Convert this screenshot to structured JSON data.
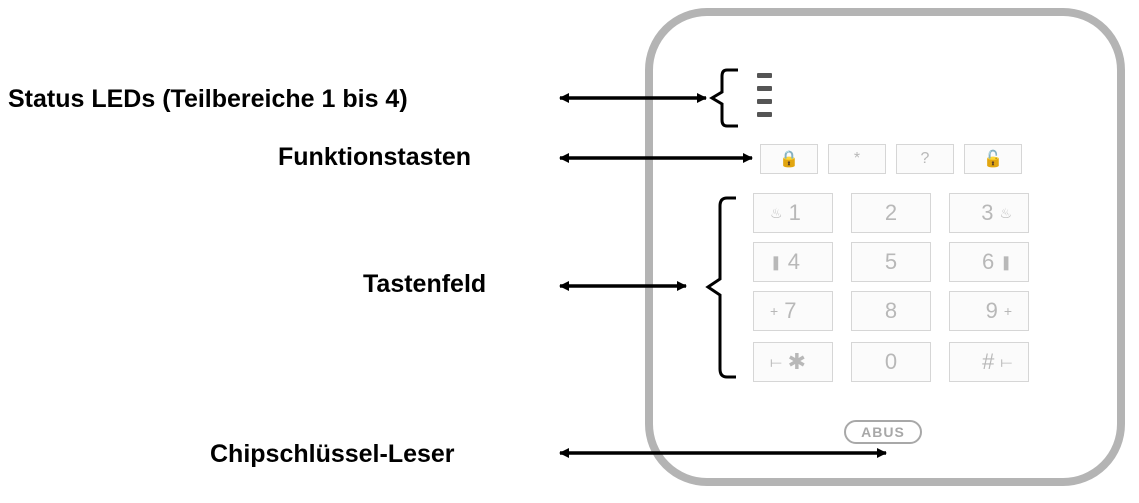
{
  "labels": {
    "status_leds": "Status LEDs (Teilbereiche 1 bis 4)",
    "funktionstasten": "Funktionstasten",
    "tastenfeld": "Tastenfeld",
    "chipschluessel": "Chipschlüssel-Leser"
  },
  "function_keys": [
    "🔒",
    "*",
    "?",
    "🔓"
  ],
  "keypad": {
    "keys": [
      "1",
      "2",
      "3",
      "4",
      "5",
      "6",
      "7",
      "8",
      "9",
      "✱",
      "0",
      "#"
    ],
    "symbols": {
      "flame": "♨",
      "medical": "❚",
      "plus": "+",
      "dash": "⟝"
    }
  },
  "logo_text": "ABUS",
  "colors": {
    "panel_border": "#b4b4b4",
    "key_border": "#d6d6d6",
    "key_text": "#b8b8b8",
    "arrow": "#000000"
  }
}
